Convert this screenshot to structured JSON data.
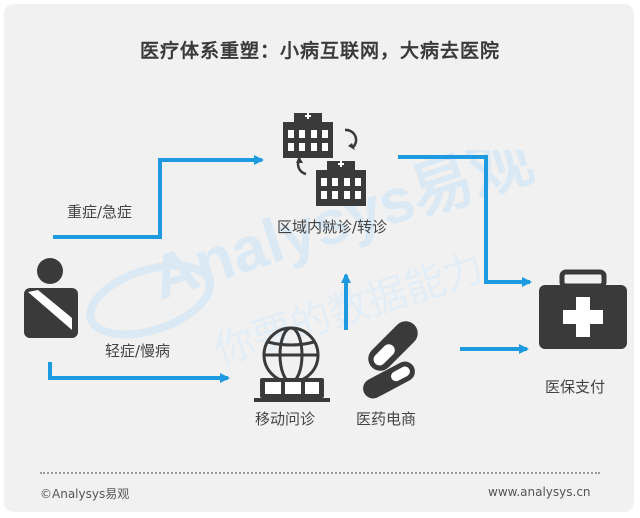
{
  "title": "医疗体系重塑：小病互联网，大病去医院",
  "paths": {
    "severe": "重症/急症",
    "mild": "轻症/慢病"
  },
  "nodes": {
    "regional": "区域内就诊/转诊",
    "mobile": "移动问诊",
    "pharma": "医药电商",
    "payment": "医保支付"
  },
  "watermark": {
    "brand": "Analysys易观",
    "slogan": "你要的数据能力"
  },
  "footer": {
    "copyright": "©Analysys易观",
    "url": "www.analysys.cn"
  },
  "colors": {
    "arrow": "#1e9be0",
    "icon": "#3a3a3a",
    "background": "#f1f1f1"
  }
}
